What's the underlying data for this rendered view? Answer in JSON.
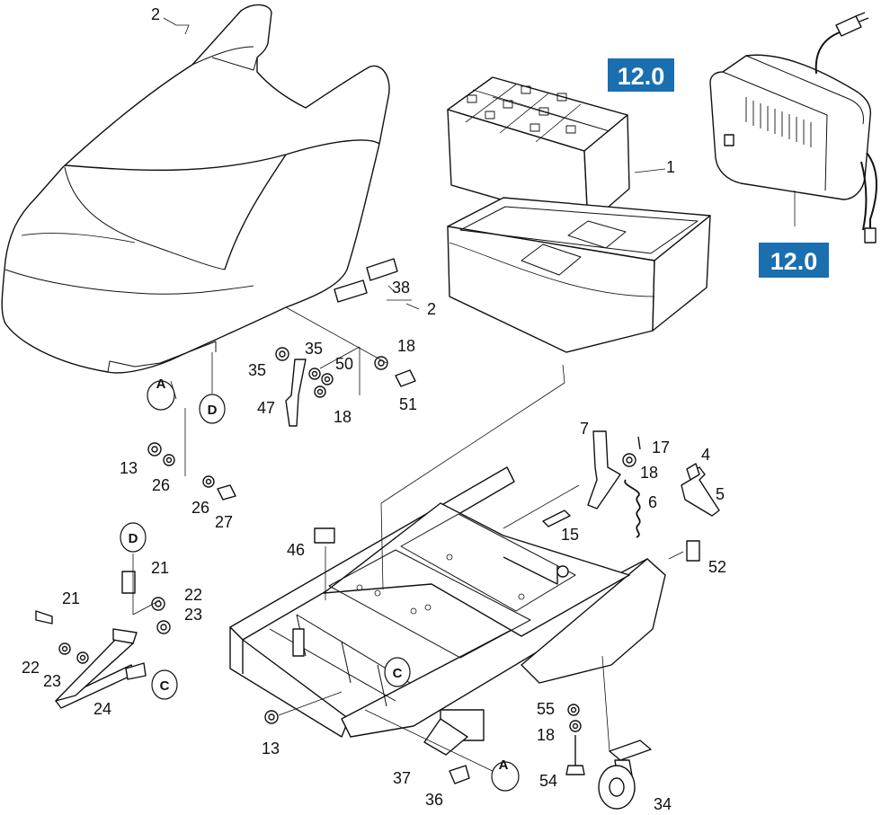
{
  "diagram": {
    "part_labels": [
      {
        "id": "p-2-top",
        "text": "2"
      },
      {
        "id": "p-1",
        "text": "1"
      },
      {
        "id": "p-38",
        "text": "38"
      },
      {
        "id": "p-2-mid",
        "text": "2"
      },
      {
        "id": "p-35a",
        "text": "35"
      },
      {
        "id": "p-35b",
        "text": "35"
      },
      {
        "id": "p-50",
        "text": "50"
      },
      {
        "id": "p-18a",
        "text": "18"
      },
      {
        "id": "p-51",
        "text": "51"
      },
      {
        "id": "p-47",
        "text": "47"
      },
      {
        "id": "p-18b",
        "text": "18"
      },
      {
        "id": "p-13a",
        "text": "13"
      },
      {
        "id": "p-26a",
        "text": "26"
      },
      {
        "id": "p-26b",
        "text": "26"
      },
      {
        "id": "p-27",
        "text": "27"
      },
      {
        "id": "p-7",
        "text": "7"
      },
      {
        "id": "p-17",
        "text": "17"
      },
      {
        "id": "p-18c",
        "text": "18"
      },
      {
        "id": "p-4",
        "text": "4"
      },
      {
        "id": "p-5",
        "text": "5"
      },
      {
        "id": "p-6",
        "text": "6"
      },
      {
        "id": "p-15",
        "text": "15"
      },
      {
        "id": "p-46",
        "text": "46"
      },
      {
        "id": "p-52",
        "text": "52"
      },
      {
        "id": "p-21a",
        "text": "21"
      },
      {
        "id": "p-22a",
        "text": "22"
      },
      {
        "id": "p-23a",
        "text": "23"
      },
      {
        "id": "p-21b",
        "text": "21"
      },
      {
        "id": "p-22b",
        "text": "22"
      },
      {
        "id": "p-23b",
        "text": "23"
      },
      {
        "id": "p-24",
        "text": "24"
      },
      {
        "id": "p-13b",
        "text": "13"
      },
      {
        "id": "p-55",
        "text": "55"
      },
      {
        "id": "p-18d",
        "text": "18"
      },
      {
        "id": "p-54",
        "text": "54"
      },
      {
        "id": "p-37",
        "text": "37"
      },
      {
        "id": "p-36",
        "text": "36"
      },
      {
        "id": "p-34",
        "text": "34"
      }
    ],
    "reference_markers": [
      {
        "id": "ref-a-top",
        "text": "A"
      },
      {
        "id": "ref-d-top",
        "text": "D"
      },
      {
        "id": "ref-d-left",
        "text": "D"
      },
      {
        "id": "ref-c-left",
        "text": "C"
      },
      {
        "id": "ref-c-frame",
        "text": "C"
      },
      {
        "id": "ref-a-bottom",
        "text": "A"
      }
    ],
    "group_badges": [
      {
        "id": "badge-battery",
        "text": "12.0"
      },
      {
        "id": "badge-charger",
        "text": "12.0"
      }
    ],
    "colors": {
      "badge": "#1a6fb0",
      "line": "#111111",
      "fill": "#ffffff"
    }
  }
}
